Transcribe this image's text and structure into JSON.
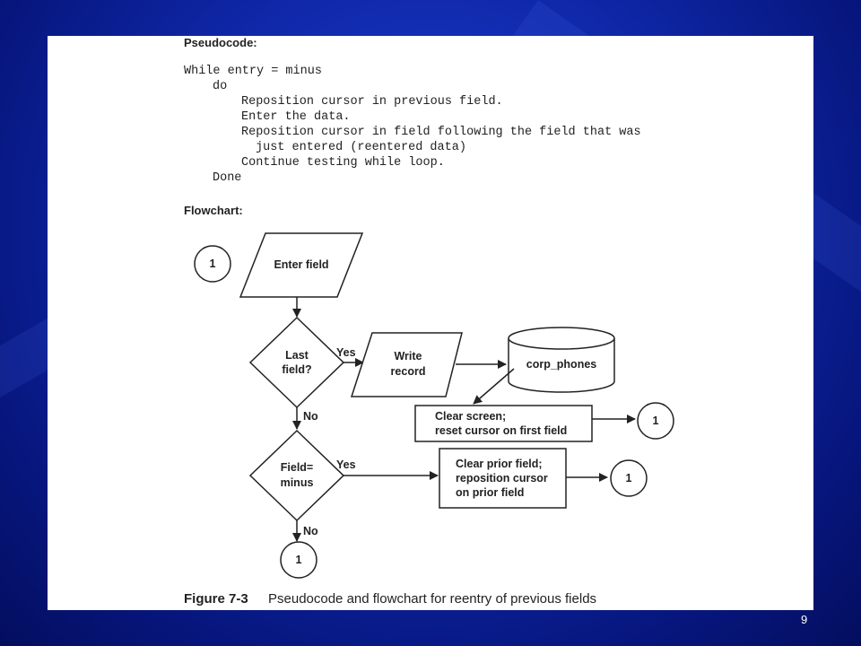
{
  "pseudocode": {
    "heading": "Pseudocode:",
    "lines": [
      "While entry = minus",
      "do",
      "Reposition cursor in previous field.",
      "Enter the data.",
      "Reposition cursor in field following the field that was",
      "just entered (reentered data)",
      "Continue testing while loop.",
      "Done"
    ]
  },
  "flowchart": {
    "heading": "Flowchart:",
    "connector_label": "1",
    "enter_field": "Enter field",
    "last_field": [
      "Last",
      "field?"
    ],
    "write_record": [
      "Write",
      "record"
    ],
    "database": "corp_phones",
    "clear_screen": [
      "Clear screen;",
      "reset cursor on first field"
    ],
    "field_minus": [
      "Field=",
      "minus"
    ],
    "clear_prior": [
      "Clear prior field;",
      "reposition cursor",
      "on prior field"
    ],
    "yes_label": "Yes",
    "no_label": "No"
  },
  "caption": {
    "figure": "Figure 7-3",
    "text": "Pseudocode and flowchart for reentry of previous fields"
  },
  "slide_number": "9"
}
